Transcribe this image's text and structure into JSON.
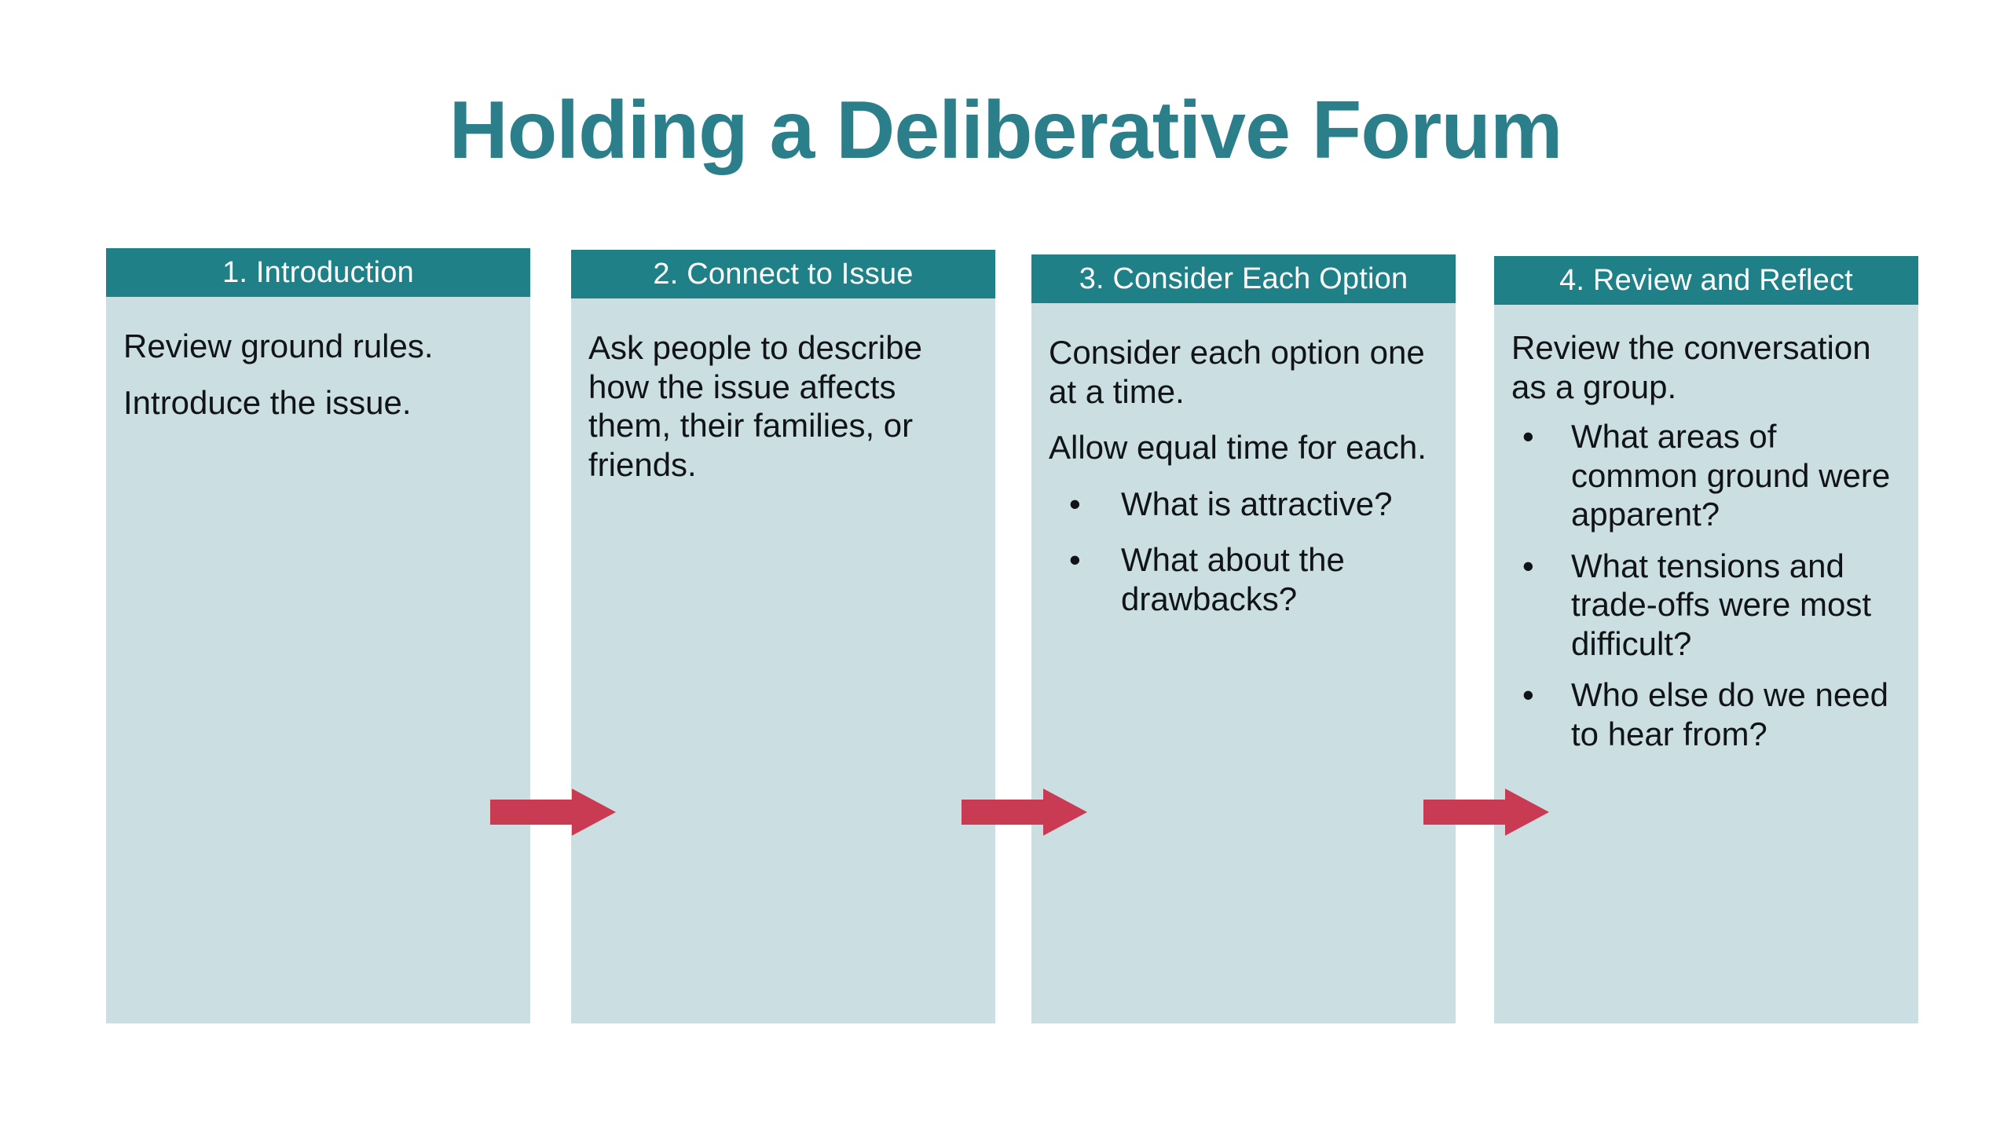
{
  "slide": {
    "title": "Holding a Deliberative Forum",
    "background_color": "#ffffff",
    "title_color": "#2b7f8a",
    "header_color": "#1f8087",
    "body_color": "#cbdfe2",
    "arrow_color": "#c93b52"
  },
  "columns": [
    {
      "header": "1. Introduction",
      "paragraphs": [
        "Review ground rules.",
        "Introduce the issue."
      ],
      "bullets": []
    },
    {
      "header": "2. Connect to Issue",
      "paragraphs": [
        "Ask people to describe how the issue affects them, their families, or friends."
      ],
      "bullets": []
    },
    {
      "header": "3. Consider Each Option",
      "paragraphs": [
        "Consider each option one at a time.",
        "Allow equal time for each."
      ],
      "bullets": [
        "What is attractive?",
        "What about the drawbacks?"
      ]
    },
    {
      "header": "4. Review and Reflect",
      "paragraphs": [
        "Review the conversation as a group."
      ],
      "bullets": [
        "What areas of common ground were apparent?",
        "What tensions and trade-offs were most difficult?",
        "Who else do we need to hear from?"
      ]
    }
  ],
  "arrows": [
    {
      "name": "arrow-step-1-to-2",
      "direction": "right"
    },
    {
      "name": "arrow-step-2-to-3",
      "direction": "right"
    },
    {
      "name": "arrow-step-3-to-4",
      "direction": "right"
    }
  ],
  "bullet_glyph": "•"
}
